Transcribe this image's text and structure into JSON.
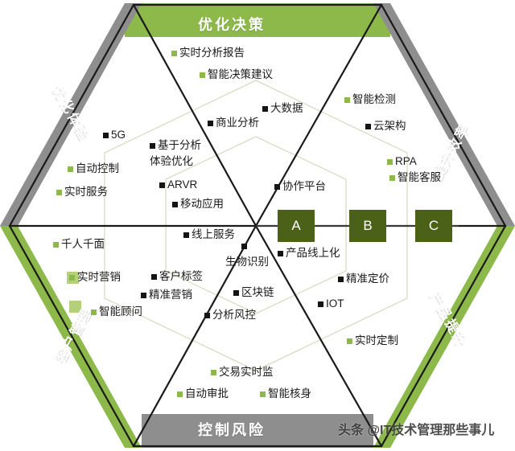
{
  "colors": {
    "green_band": "#8cb94a",
    "gray_band": "#8e8e8e",
    "abc_box": "#4b6118",
    "outline": "#1a1a1a",
    "inner_guide": "#d8dcc4",
    "green_bullet": "#8cb94a",
    "dark_bullet": "#141414",
    "background": "#ffffff"
  },
  "bands": {
    "top": {
      "label": "优化决策",
      "color": "#8cb94a"
    },
    "top_left": {
      "label": "优化体验",
      "color": "#8e8e8e"
    },
    "top_right": {
      "label": "提升效率",
      "color": "#8e8e8e"
    },
    "bottom_left": {
      "label": "客户管理",
      "color": "#8cb94a"
    },
    "bottom_right": {
      "label": "产品提升",
      "color": "#8cb94a"
    },
    "bottom": {
      "label": "控制风险",
      "color": "#8e8e8e"
    }
  },
  "sectors": {
    "top": {
      "name": "优化决策",
      "items": [
        {
          "label": "实时分析报告",
          "bullet": "green"
        },
        {
          "label": "智能决策建议",
          "bullet": "green"
        },
        {
          "label": "大数据",
          "bullet": "dark"
        },
        {
          "label": "商业分析",
          "bullet": "dark"
        }
      ]
    },
    "top_left": {
      "name": "优化体验",
      "items": [
        {
          "label": "5G",
          "bullet": "dark"
        },
        {
          "label": "自动控制",
          "bullet": "green"
        },
        {
          "label": "实时服务",
          "bullet": "green"
        },
        {
          "label": "基于分析",
          "bullet": "dark"
        },
        {
          "label": "体验优化",
          "bullet": "none"
        },
        {
          "label": "ARVR",
          "bullet": "dark"
        },
        {
          "label": "移动应用",
          "bullet": "dark"
        }
      ]
    },
    "top_right": {
      "name": "提升效率",
      "items": [
        {
          "label": "智能检测",
          "bullet": "green"
        },
        {
          "label": "云架构",
          "bullet": "dark"
        },
        {
          "label": "RPA",
          "bullet": "green"
        },
        {
          "label": "智能客服",
          "bullet": "green"
        },
        {
          "label": "协作平台",
          "bullet": "dark"
        }
      ]
    },
    "bottom_left": {
      "name": "客户管理",
      "items": [
        {
          "label": "千人千面",
          "bullet": "green"
        },
        {
          "label": "实时营销",
          "bullet": "green"
        },
        {
          "label": "智能顾问",
          "bullet": "green"
        },
        {
          "label": "线上服务",
          "bullet": "dark"
        },
        {
          "label": "客户标签",
          "bullet": "dark"
        },
        {
          "label": "精准营销",
          "bullet": "dark"
        }
      ]
    },
    "bottom_right": {
      "name": "产品提升",
      "items": [
        {
          "label": "产品线上化",
          "bullet": "dark"
        },
        {
          "label": "精准定价",
          "bullet": "dark"
        },
        {
          "label": "IOT",
          "bullet": "dark"
        },
        {
          "label": "实时定制",
          "bullet": "green"
        }
      ]
    },
    "bottom": {
      "name": "控制风险",
      "items": [
        {
          "label": "生物识别",
          "bullet": "dark"
        },
        {
          "label": "区块链",
          "bullet": "dark"
        },
        {
          "label": "分析风控",
          "bullet": "dark"
        },
        {
          "label": "交易实时监",
          "bullet": "green"
        },
        {
          "label": "自动审批",
          "bullet": "green"
        },
        {
          "label": "智能核身",
          "bullet": "green"
        }
      ]
    }
  },
  "stage_boxes": [
    {
      "label": "A"
    },
    {
      "label": "B"
    },
    {
      "label": "C"
    }
  ],
  "watermark": {
    "text": "头条 @IT技术管理那些事儿"
  }
}
